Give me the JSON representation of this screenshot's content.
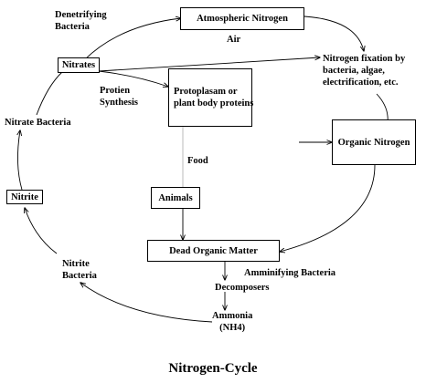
{
  "nodes": {
    "atmospheric_nitrogen": "Atmospheric Nitrogen",
    "nitrates": "Nitrates",
    "protoplasm": "Protoplasam or\nplant body proteins",
    "organic_nitrogen": "Organic Nitrogen",
    "nitrite": "Nitrite",
    "animals": "Animals",
    "dead_organic_matter": "Dead Organic Matter"
  },
  "labels": {
    "denitrifying_bacteria": "Denetrifying\nBacteria",
    "air": "Air",
    "nitrogen_fixation": "Nitrogen fixation by\nbacteria, algae,\nelectrification, etc.",
    "protein_synthesis": "Protien\nSynthesis",
    "nitrate_bacteria": "Nitrate Bacteria",
    "food": "Food",
    "nitrite_bacteria": "Nitrite\nBacteria",
    "ammonifying_bacteria": "Amminifying Bacteria",
    "decomposers": "Decomposers",
    "ammonia": "Ammonia\n(NH4)"
  },
  "title": "Nitrogen-Cycle"
}
